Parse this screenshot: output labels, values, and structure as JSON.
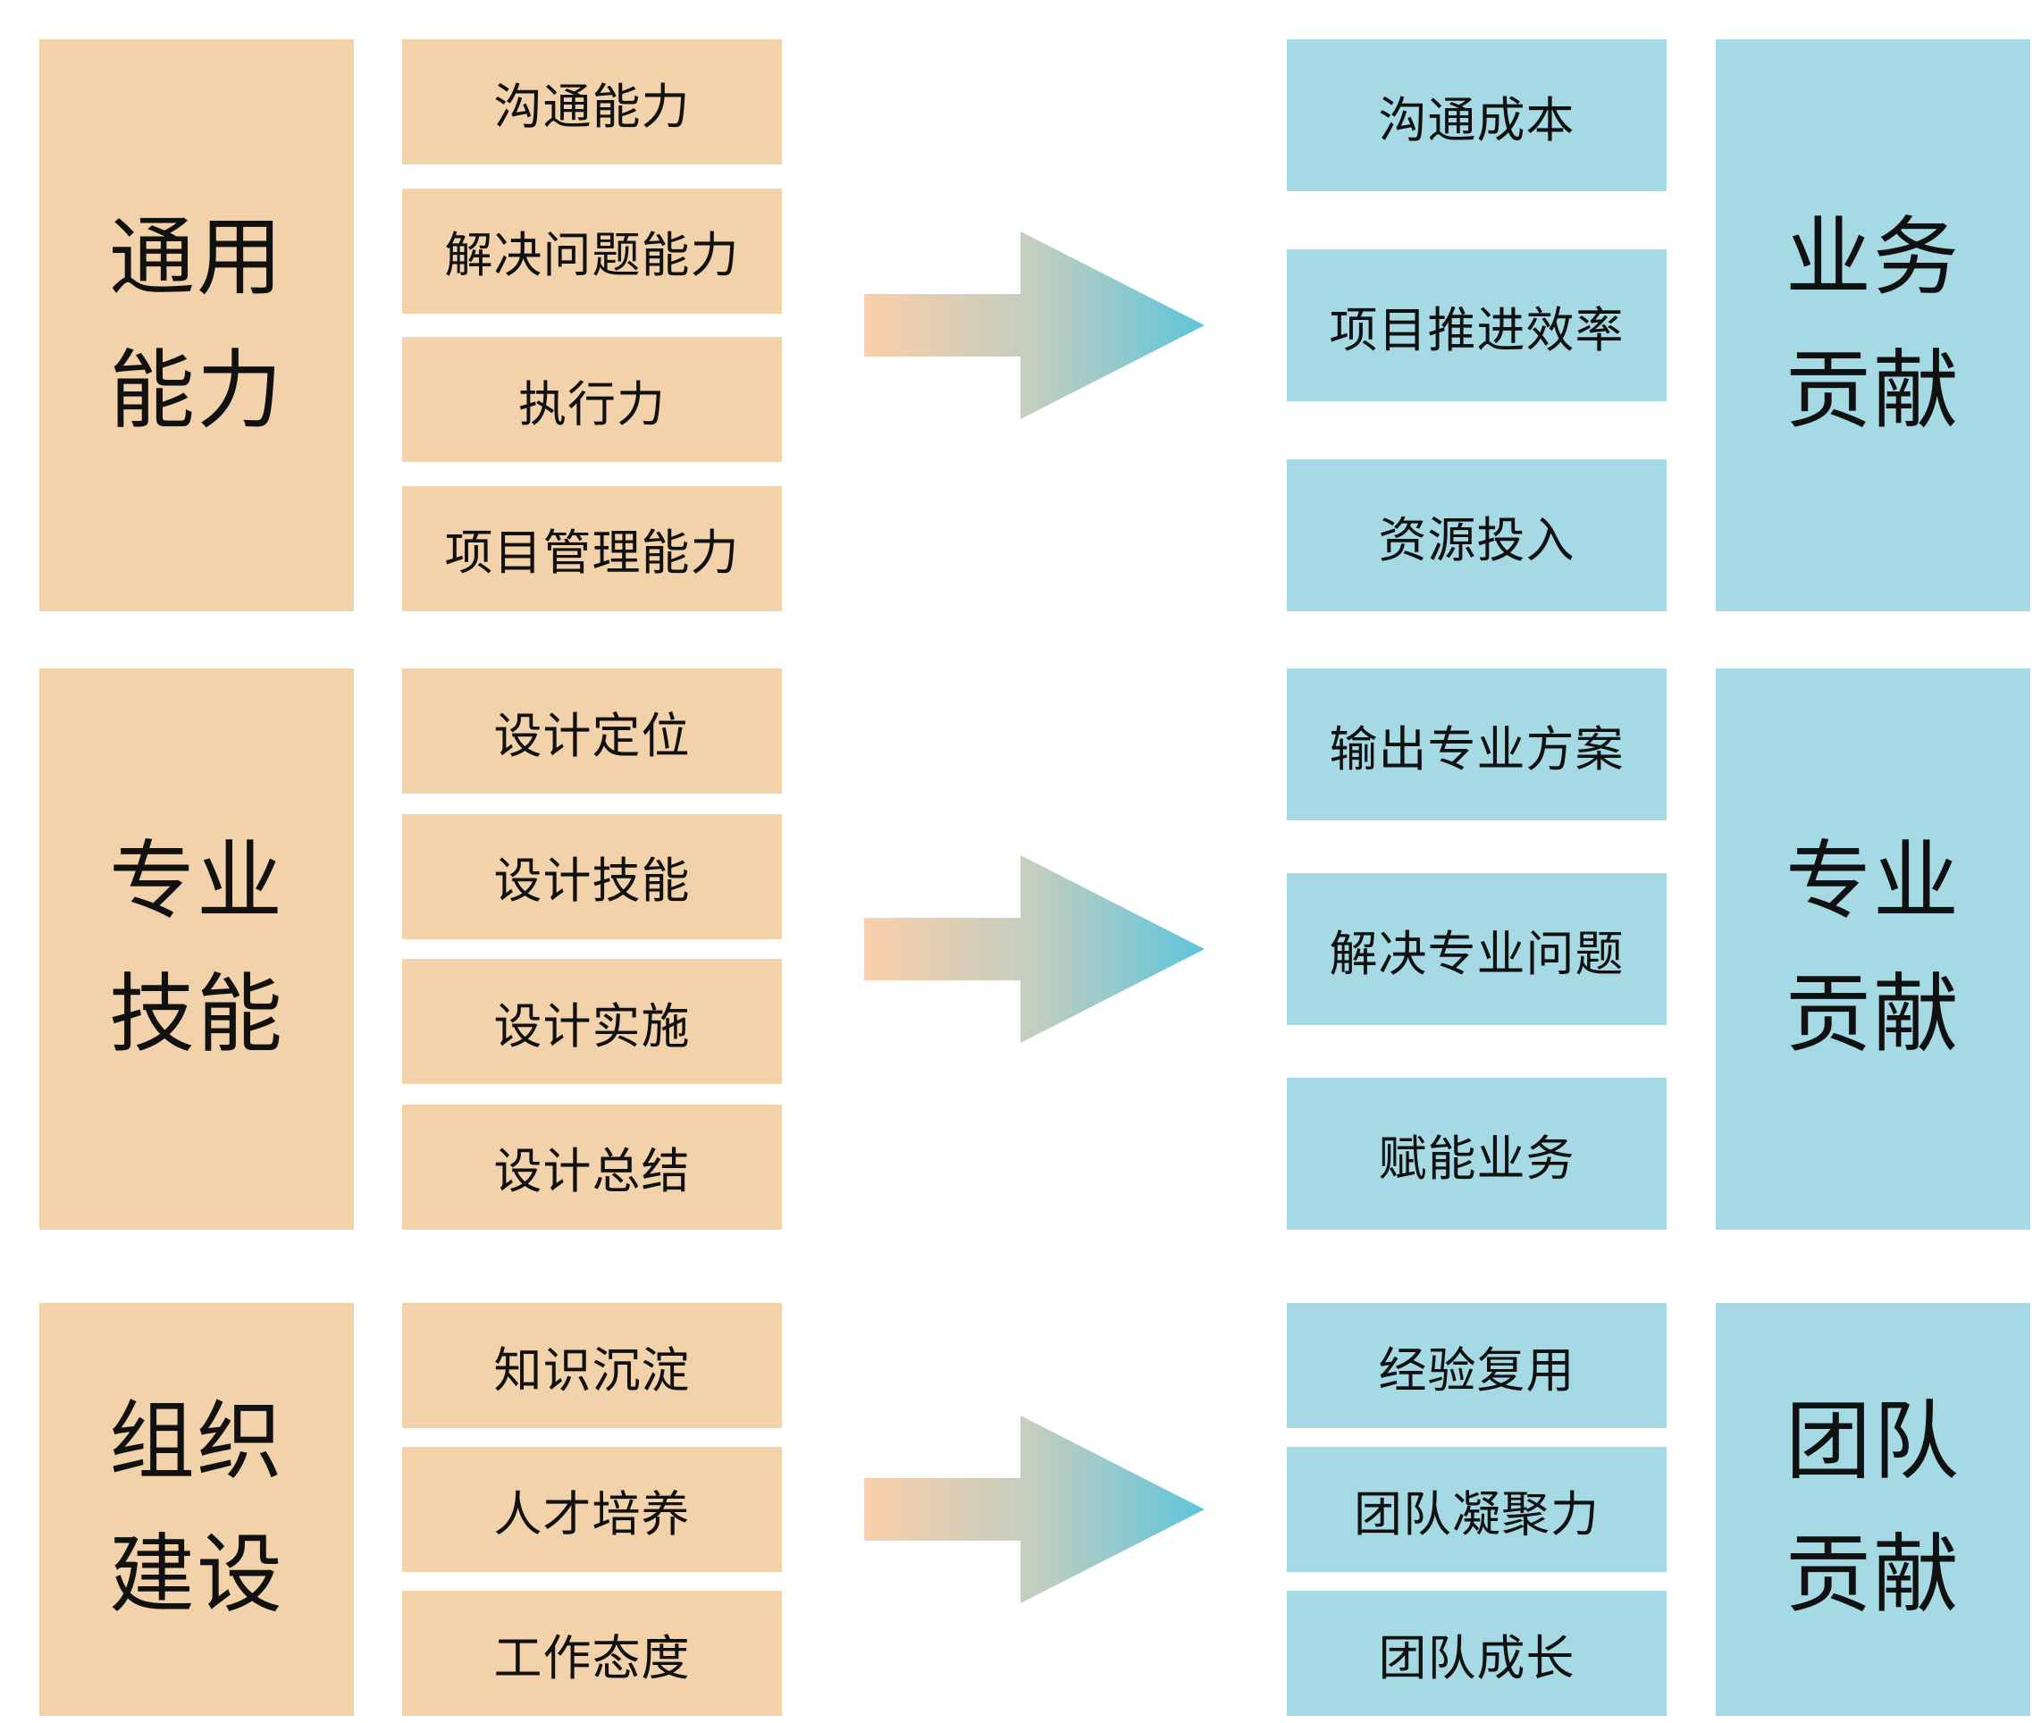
{
  "colors": {
    "orange": "#F2D2AA",
    "blue": "#A5D9E3",
    "arrow_start": "#F9CFA9",
    "arrow_mid": "#C2CEC0",
    "arrow_end": "#5EC4DA",
    "text": "#111111",
    "background": "#FFFFFF"
  },
  "rows": [
    {
      "source": {
        "title_lines": [
          "通用",
          "能力"
        ],
        "items": [
          "沟通能力",
          "解决问题能力",
          "执行力",
          "项目管理能力"
        ]
      },
      "target": {
        "items": [
          "沟通成本",
          "项目推进效率",
          "资源投入"
        ],
        "title_lines": [
          "业务",
          "贡献"
        ]
      }
    },
    {
      "source": {
        "title_lines": [
          "专业",
          "技能"
        ],
        "items": [
          "设计定位",
          "设计技能",
          "设计实施",
          "设计总结"
        ]
      },
      "target": {
        "items": [
          "输出专业方案",
          "解决专业问题",
          "赋能业务"
        ],
        "title_lines": [
          "专业",
          "贡献"
        ]
      }
    },
    {
      "source": {
        "title_lines": [
          "组织",
          "建设"
        ],
        "items": [
          "知识沉淀",
          "人才培养",
          "工作态度"
        ]
      },
      "target": {
        "items": [
          "经验复用",
          "团队凝聚力",
          "团队成长"
        ],
        "title_lines": [
          "团队",
          "贡献"
        ]
      }
    }
  ]
}
